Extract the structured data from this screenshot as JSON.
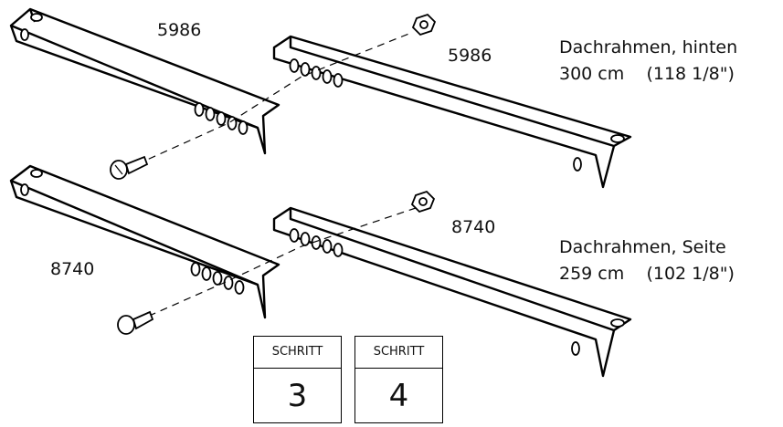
{
  "parts": [
    {
      "part_number": "5986"
    },
    {
      "part_number": "5986"
    },
    {
      "part_number": "8740"
    },
    {
      "part_number": "8740"
    }
  ],
  "captions": {
    "rear": {
      "name": "Dachrahmen, hinten",
      "size_metric": "300 cm",
      "size_imperial": "(118 1/8\")"
    },
    "side": {
      "name": "Dachrahmen, Seite",
      "size_metric": "259 cm",
      "size_imperial": "(102 1/8\")"
    }
  },
  "steps": [
    {
      "title": "SCHRITT",
      "number": "3"
    },
    {
      "title": "SCHRITT",
      "number": "4"
    }
  ],
  "hardware": [
    "bolt-icon",
    "nut-icon"
  ]
}
